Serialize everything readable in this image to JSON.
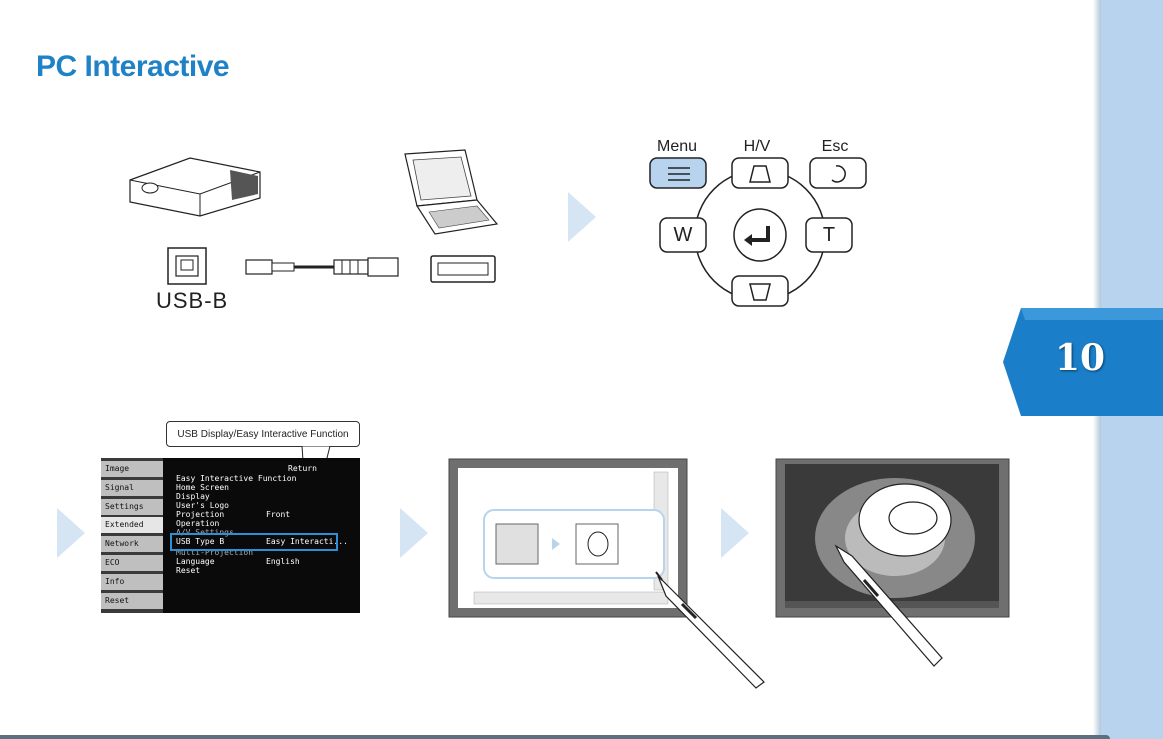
{
  "title": "PC Interactive",
  "page_number": "10",
  "connection": {
    "port_label": "USB-B"
  },
  "remote": {
    "menu_label": "Menu",
    "hv_label": "H/V",
    "esc_label": "Esc",
    "w_label": "W",
    "t_label": "T"
  },
  "osd": {
    "callout": "USB Display/Easy Interactive Function",
    "tabs": [
      "Image",
      "Signal",
      "Settings",
      "Extended",
      "Network",
      "ECO",
      "Info",
      "Reset"
    ],
    "return_label": "Return",
    "items": [
      "Easy Interactive Function",
      "Home Screen",
      "Display",
      "User's Logo",
      "Projection",
      "Operation",
      "A/V Settings",
      "USB Type B",
      "Multi-Projection",
      "Language",
      "Reset"
    ],
    "projection_value": "Front",
    "usb_value": "Easy Interacti...",
    "language_value": "English"
  },
  "colors": {
    "title": "#1f82c7",
    "sidebar": "#b7d3ee",
    "arrow": "#d6e5f4",
    "highlight": "#2e8fd6",
    "page_tab": "#1a7fc8"
  }
}
